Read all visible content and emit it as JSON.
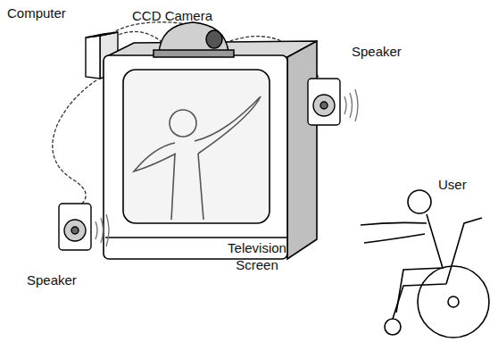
{
  "diagram": {
    "labels": [
      "Computer",
      "CCD Camera",
      "Speaker",
      "Television Screen",
      "Speaker",
      "User"
    ]
  }
}
